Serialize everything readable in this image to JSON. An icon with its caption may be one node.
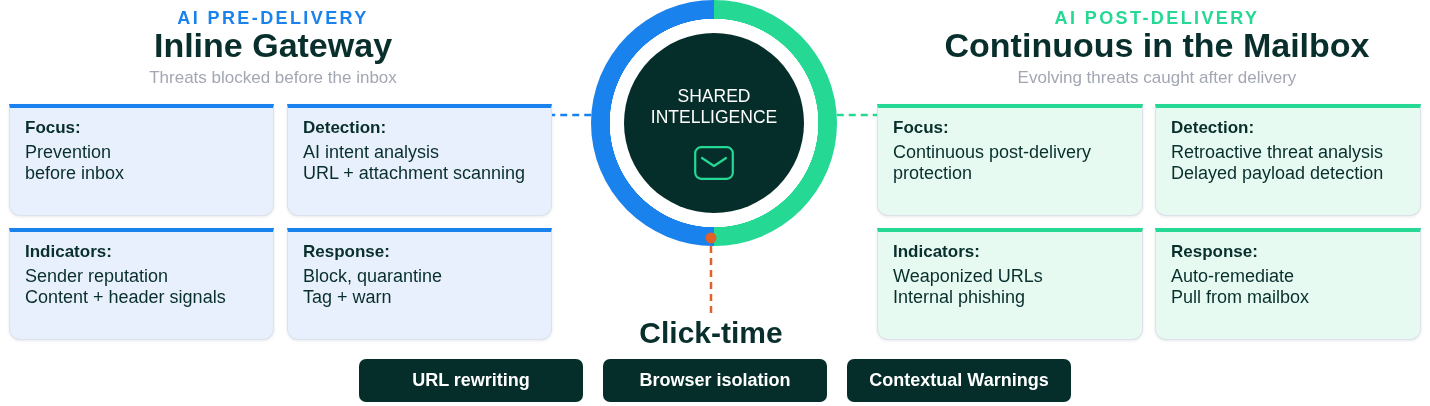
{
  "diagram": {
    "nodes": [
      {
        "text": [
          "Focus:",
          "Prevention before inbox"
        ]
      },
      {
        "text": [
          "Detection:",
          "AI intent analysis",
          "URL + attachment scanning"
        ]
      },
      {
        "text": [
          "Indicators:",
          "Sender reputation",
          "Content + header signals"
        ]
      },
      {
        "text": [
          "Response:",
          "Block, quarantine",
          "Tag + warn"
        ]
      },
      {
        "text": [
          "SHARED INTELLIGENCE"
        ]
      },
      {
        "text": [
          "Focus:",
          "Continuous post-delivery protection"
        ]
      },
      {
        "text": [
          "Detection:",
          "Retroactive threat analysis",
          "Delayed payload detection"
        ]
      },
      {
        "text": [
          "Indicators:",
          "Weaponized URLs",
          "Internal phishing"
        ]
      },
      {
        "text": [
          "Response:",
          "Auto-remediate",
          "Pull from mailbox"
        ]
      },
      {
        "text": [
          "Click-time"
        ]
      },
      {
        "text": [
          "URL rewriting"
        ]
      },
      {
        "text": [
          "Browser isolation"
        ]
      },
      {
        "text": [
          "Contextual Warnings"
        ]
      }
    ],
    "edges": [
      {
        "from": 4,
        "to": 1,
        "arrow": "none",
        "style": "dashed",
        "color": "#1a82ec"
      },
      {
        "from": 4,
        "to": 5,
        "arrow": "none",
        "style": "dashed",
        "color": "#22d98f"
      },
      {
        "from": 4,
        "to": 9,
        "arrow": "other",
        "style": "dashed",
        "color": "#e0622a"
      }
    ],
    "labels": [
      "AI PRE-DELIVERY",
      "Inline Gateway",
      "Threats blocked before the inbox",
      "AI POST-DELIVERY",
      "Continuous in the Mailbox",
      "Evolving threats caught after delivery"
    ]
  }
}
